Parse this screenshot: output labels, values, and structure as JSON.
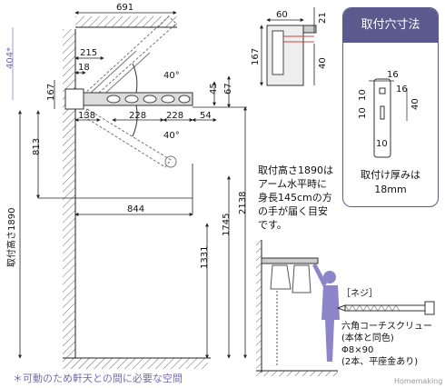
{
  "dims": {
    "d691": "691",
    "d215": "215",
    "d18": "18",
    "d167": "167",
    "d138": "138",
    "d228a": "228",
    "d228b": "228",
    "d54": "54",
    "d45": "45",
    "d67": "67",
    "d813": "813",
    "d844": "844",
    "d2138": "2138",
    "d1745": "1745",
    "d1331": "1331",
    "angle_up": "40°",
    "angle_down": "40°",
    "d404": "404*",
    "height_label": "取付高さ1890",
    "d60": "60",
    "d21": "21",
    "d40": "40",
    "d167b": "167"
  },
  "mount_box": {
    "title": "取付穴寸法",
    "d16a": "16",
    "d16b": "16",
    "d10a": "10",
    "d10b": "10",
    "d40": "40",
    "d10c": "10",
    "thickness_line1": "取付け厚みは",
    "thickness_line2": "18mm"
  },
  "height_note": [
    "取付高さ1890は",
    "アーム水平時に",
    "身長145cmの方",
    "の手が届く目安",
    "です。"
  ],
  "screw": {
    "header": "［ネジ］",
    "lines": [
      "六角コーチスクリュー",
      "(本体と同色)",
      "Φ8×90",
      "(2本、平座金あり)"
    ]
  },
  "footnote": "＊可動のため軒天との間に必要な空間",
  "watermark": "Homemaking",
  "colors": {
    "accent": "#5a5a8e",
    "footnote": "#7a6ab0",
    "person": "#8c86c8"
  }
}
